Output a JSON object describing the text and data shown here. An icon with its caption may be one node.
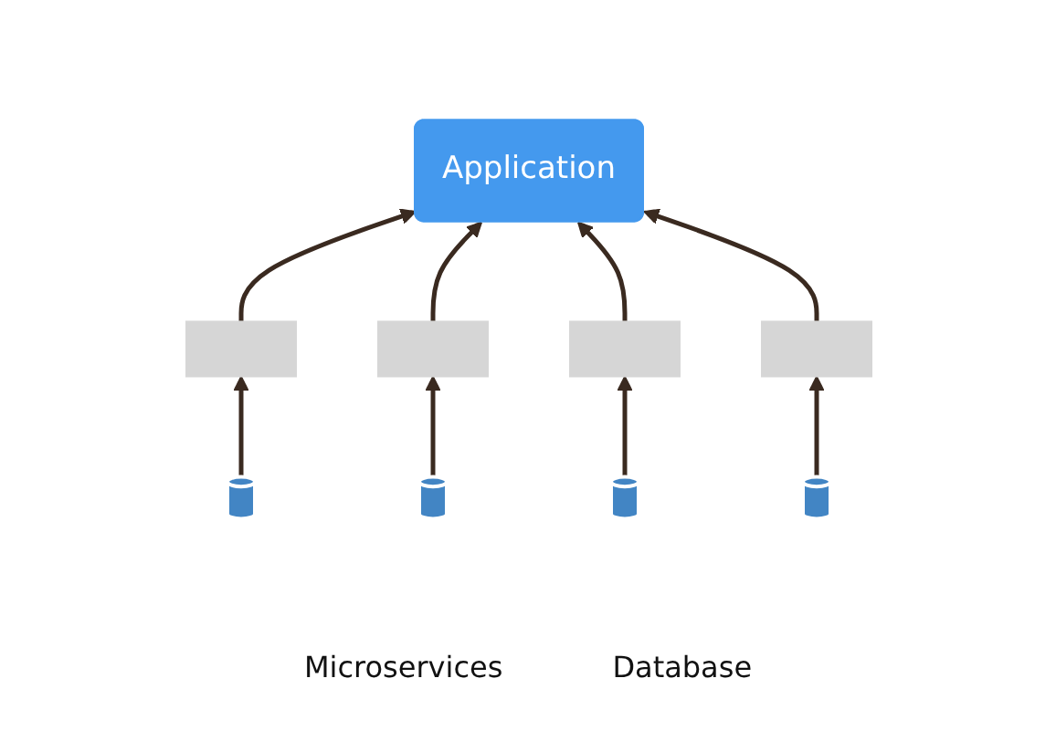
{
  "diagram": {
    "nodes": [
      {
        "text": [
          "Application"
        ]
      },
      {
        "text": [],
        "shape": "box"
      },
      {
        "text": [],
        "shape": "box"
      },
      {
        "text": [],
        "shape": "box"
      },
      {
        "text": [],
        "shape": "box"
      },
      {
        "text": [],
        "shape": "cylinder"
      },
      {
        "text": [],
        "shape": "cylinder"
      },
      {
        "text": [],
        "shape": "cylinder"
      },
      {
        "text": [],
        "shape": "cylinder"
      }
    ],
    "edges": [
      {
        "from": 1,
        "to": 0,
        "arrow": "to"
      },
      {
        "from": 2,
        "to": 0,
        "arrow": "to"
      },
      {
        "from": 3,
        "to": 0,
        "arrow": "to"
      },
      {
        "from": 4,
        "to": 0,
        "arrow": "to"
      },
      {
        "from": 5,
        "to": 1,
        "arrow": "to"
      },
      {
        "from": 6,
        "to": 2,
        "arrow": "to"
      },
      {
        "from": 7,
        "to": 3,
        "arrow": "to"
      },
      {
        "from": 8,
        "to": 4,
        "arrow": "to"
      }
    ],
    "labels": [
      "Microservices",
      "Database"
    ]
  }
}
